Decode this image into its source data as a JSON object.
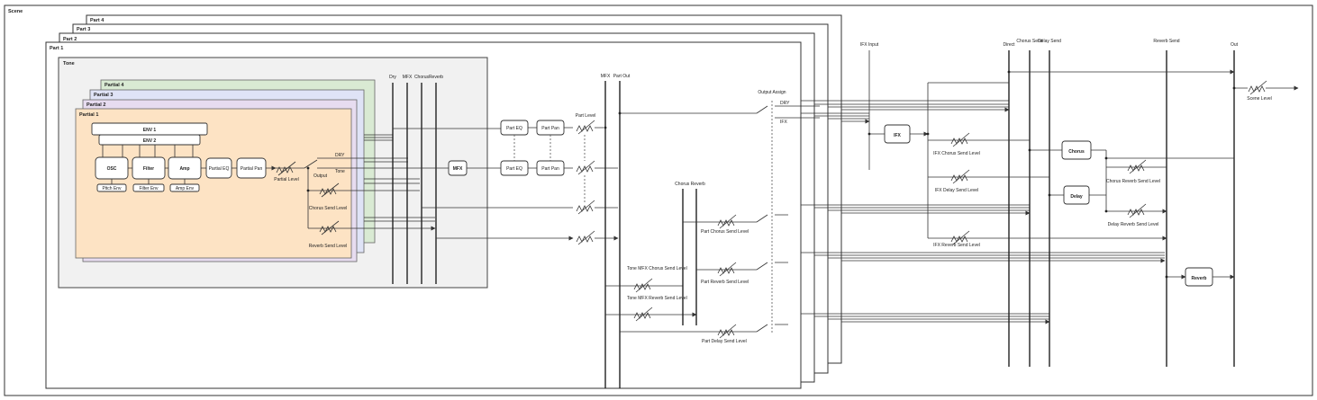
{
  "frames": {
    "scene": "Scene",
    "part4": "Part 4",
    "part3": "Part 3",
    "part2": "Part 2",
    "part1": "Part 1",
    "tone": "Tone",
    "partial4": "Partial 4",
    "partial3": "Partial 3",
    "partial2": "Partial 2",
    "partial1": "Partial 1"
  },
  "partial_blocks": {
    "env1": "ENV 1",
    "env2": "ENV 2",
    "osc": "OSC",
    "filter": "Filter",
    "amp": "Amp",
    "partial_eq": "Partial EQ",
    "partial_pan": "Partial Pan",
    "pitch_env": "Pitch Env",
    "filter_env": "Filter Env",
    "amp_env": "Amp Env"
  },
  "partial_labels": {
    "partial_level": "Partial Level",
    "dry": "DRY",
    "tone": "Tone",
    "output": "Output",
    "chorus_send": "Chorus Send Level",
    "reverb_send": "Reverb Send Level"
  },
  "tone_bus_labels": [
    "Dry",
    "MFX",
    "Chorus",
    "Reverb"
  ],
  "tone_blocks": {
    "mfx": "MFX",
    "part_eq_1": "Part EQ",
    "part_eq_2": "Part EQ",
    "part_pan_1": "Part Pan",
    "part_pan_2": "Part Pan",
    "part_level": "Part Level"
  },
  "part_bus_labels": [
    "MFX",
    "Part Out"
  ],
  "part_labels": {
    "output_assign": "Output Assign",
    "dry": "DRY",
    "ifx": "IFX",
    "chorus_reverb": "Chorus Reverb",
    "part_chorus_send": "Part Chorus Send Level",
    "part_reverb_send": "Part Reverb Send Level",
    "part_delay_send": "Part Delay Send Level",
    "tone_mfx_chorus": "Tone MFX Chorus Send Level",
    "tone_mfx_reverb": "Tone MFX Reverb Send Level"
  },
  "scene_bus_labels": {
    "ifx_input": "IFX Input",
    "direct": "Direct",
    "chorus_send": "Chorus Send",
    "delay_send": "Delay Send",
    "reverb_send": "Reverb Send",
    "out": "Out"
  },
  "scene_blocks": {
    "ifx": "IFX",
    "chorus": "Chorus",
    "delay": "Delay",
    "reverb": "Reverb"
  },
  "scene_labels": {
    "ifx_chorus_send": "IFX Chorus Send Level",
    "ifx_delay_send": "IFX Delay Send Level",
    "ifx_reverb_send": "IFX Reverb Send Level",
    "chorus_reverb_send": "Chorus Reverb Send Level",
    "delay_reverb_send": "Delay Reverb Send Level",
    "scene_level": "Scene Level"
  },
  "colors": {
    "tone_bg": "#f1f1f1",
    "partial4": "#d9ead3",
    "partial3": "#dfe3f6",
    "partial2": "#e7dcf0",
    "partial1": "#fde3c4"
  }
}
